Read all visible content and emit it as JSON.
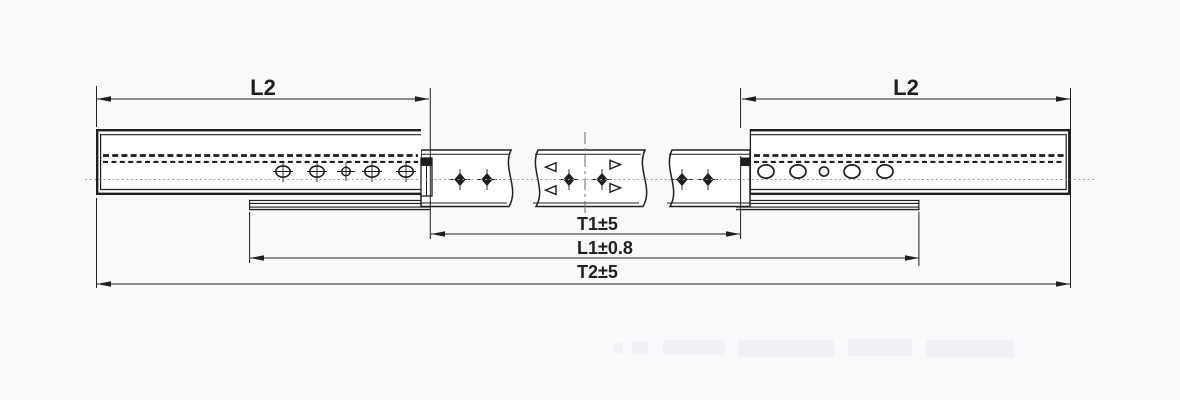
{
  "drawing": {
    "kind": "technical-drawing",
    "labels": {
      "l2_left": "L2",
      "l2_right": "L2",
      "t1": "T1±5",
      "l1": "L1±0.8",
      "t2": "T2±5"
    },
    "colors": {
      "background": "#f8f9fb",
      "line": "#1f1f1f",
      "centerline": "#9a9aa0"
    }
  }
}
